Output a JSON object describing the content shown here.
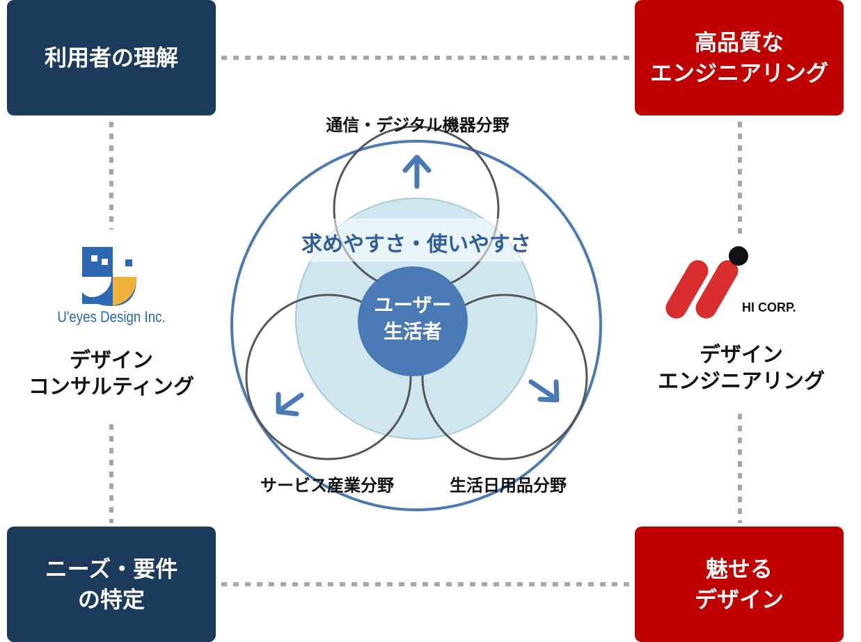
{
  "boxes": {
    "top_left": [
      "利用者の理解"
    ],
    "top_right": [
      "高品質な",
      "エンジニアリング"
    ],
    "bottom_left": [
      "ニーズ・要件",
      "の特定"
    ],
    "bottom_right": [
      "魅せる",
      "デザイン"
    ]
  },
  "left_company": {
    "logo_text": "U'eyes Design Inc.",
    "role": [
      "デザイン",
      "コンサルティング"
    ]
  },
  "right_company": {
    "logo_text": "HI CORP.",
    "role": [
      "デザイン",
      "エンジニアリング"
    ]
  },
  "center": {
    "band_label": "求めやすさ・使いやすさ",
    "core": [
      "ユーザー",
      "生活者"
    ],
    "fields": {
      "top": "通信・デジタル機器分野",
      "bottom_left": "サービス産業分野",
      "bottom_right": "生活日用品分野"
    }
  },
  "colors": {
    "navy": "#1b3a5c",
    "red": "#c00000",
    "core_blue": "#4a7ab5",
    "arrow_blue": "#4a7ab5",
    "light_circle": "#cfe6ef",
    "dotted_line": "#a6a6a6"
  }
}
